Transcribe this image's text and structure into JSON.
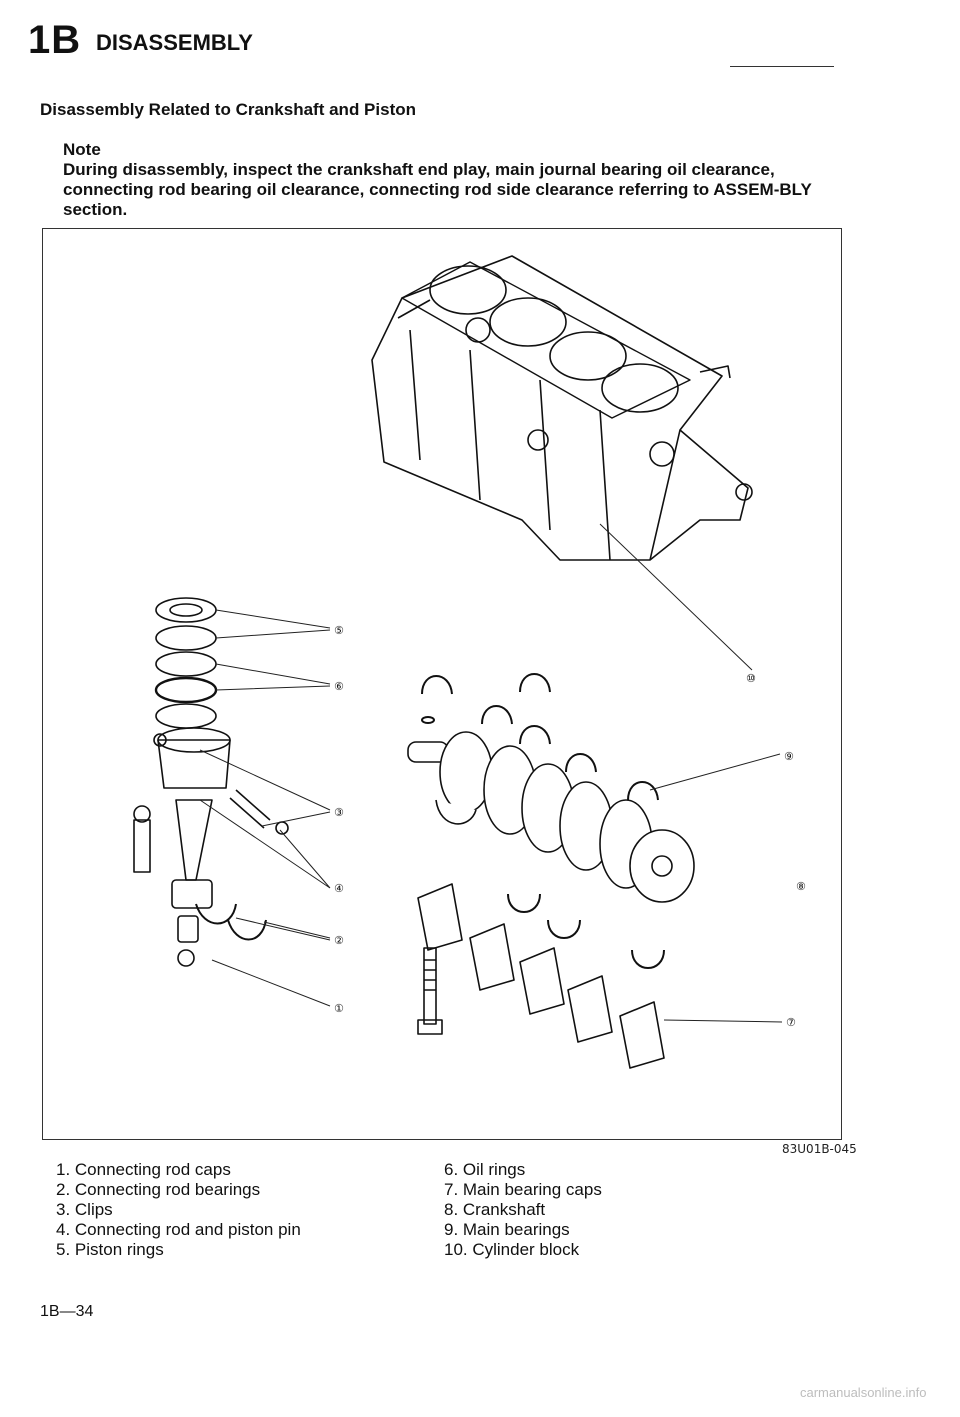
{
  "header": {
    "section_code": "1B",
    "section_title": "DISASSEMBLY"
  },
  "subtitle": "Disassembly Related to Crankshaft and Piston",
  "note": {
    "heading": "Note",
    "text": "During disassembly, inspect the crankshaft end play, main journal bearing oil clearance, connecting rod bearing oil clearance, connecting rod side clearance referring to ASSEM-BLY section."
  },
  "figure": {
    "code": "83U01B-045",
    "callouts": [
      "⑤",
      "⑥",
      "③",
      "④",
      "②",
      "①",
      "⑩",
      "⑨",
      "⑧",
      "⑦"
    ]
  },
  "legend": {
    "left": [
      "1. Connecting rod caps",
      "2. Connecting rod bearings",
      "3. Clips",
      "4. Connecting rod and piston pin",
      "5. Piston rings"
    ],
    "right": [
      "6. Oil rings",
      "7. Main bearing caps",
      "8. Crankshaft",
      "9. Main bearings",
      "10. Cylinder block"
    ]
  },
  "page_number": "1B—34",
  "footer_watermark": "carmanualsonline.info"
}
